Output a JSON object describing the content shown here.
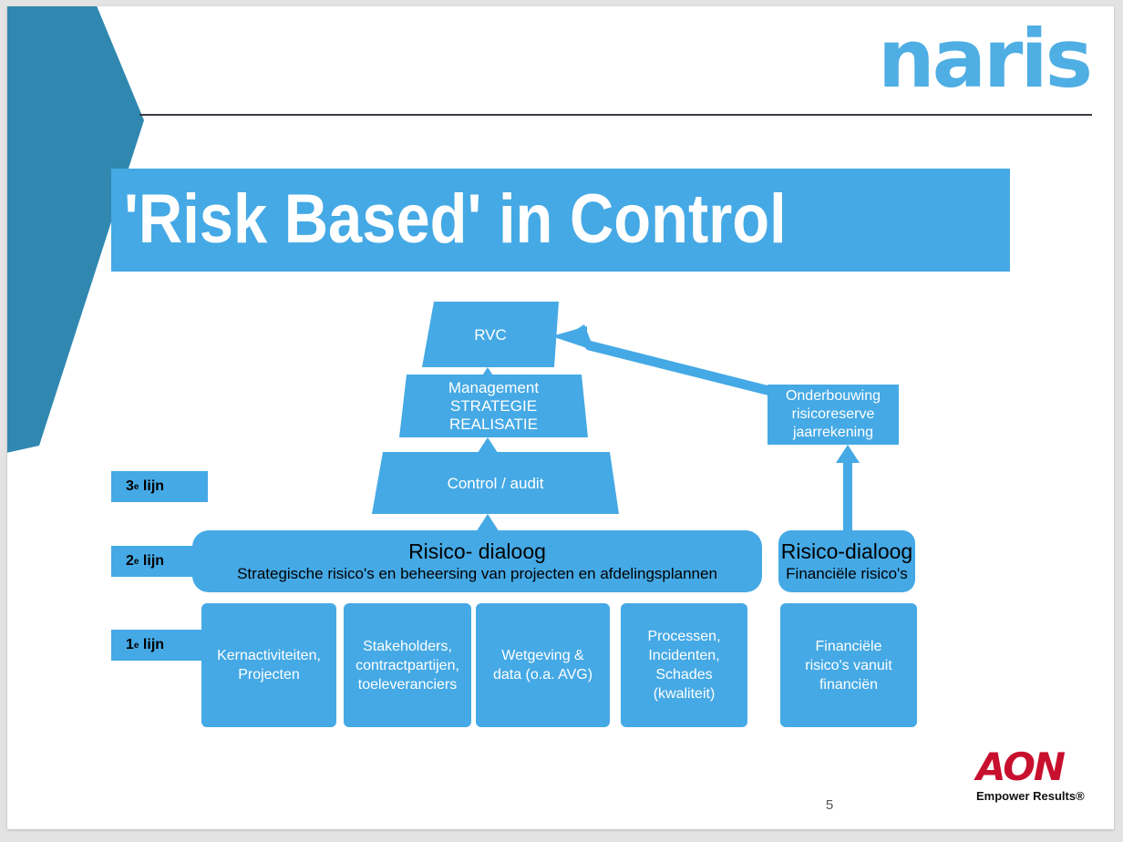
{
  "slide": {
    "page_number": "5",
    "brand_logo": "naris",
    "title": "'Risk Based' in Control",
    "colors": {
      "accent_blue": "#45A9E5",
      "dark_teal": "#3088B0",
      "aon_red": "#C8102E",
      "rule": "#3b3b44",
      "slide_background": "#ffffff"
    }
  },
  "diagram": {
    "pyramid": [
      {
        "id": "rvc",
        "label": "RVC"
      },
      {
        "id": "management",
        "label": "Management\nSTRATEGIE\nREALISATIE",
        "lines": [
          "Management",
          "STRATEGIE",
          "REALISATIE"
        ]
      },
      {
        "id": "control",
        "label": "Control / audit"
      }
    ],
    "risk_dialog_main": {
      "title": "Risico- dialoog",
      "subtitle": "Strategische risico's en beheersing van projecten en afdelingsplannen"
    },
    "risk_dialog_finance": {
      "title": "Risico-dialoog",
      "subtitle": "Financiële risico's"
    },
    "onderbouwing": {
      "lines": [
        "Onderbouwing",
        "risicoreserve",
        "jaarrekening"
      ],
      "label": "Onderbouwing risicoreserve jaarrekening"
    },
    "lines": [
      {
        "id": "lijn-3",
        "number": "3",
        "suffix": "e",
        "word": "lijn"
      },
      {
        "id": "lijn-2",
        "number": "2",
        "suffix": "e",
        "word": "lijn"
      },
      {
        "id": "lijn-1",
        "number": "1",
        "suffix": "e",
        "word": "lijn"
      }
    ],
    "first_line_boxes": [
      {
        "id": "box-kernactiviteiten",
        "lines": [
          "Kernactiviteiten,",
          "Projecten"
        ],
        "label": "Kernactiviteiten, Projecten"
      },
      {
        "id": "box-stakeholders",
        "lines": [
          "Stakeholders,",
          "contractpartijen,",
          "toeleveranciers"
        ],
        "label": "Stakeholders, contractpartijen, toeleveranciers"
      },
      {
        "id": "box-wetgeving",
        "lines": [
          "Wetgeving &",
          "data  (o.a. AVG)"
        ],
        "label": "Wetgeving & data (o.a. AVG)"
      },
      {
        "id": "box-processen",
        "lines": [
          "Processen,",
          "Incidenten,",
          "Schades",
          "(kwaliteit)"
        ],
        "label": "Processen, Incidenten, Schades (kwaliteit)"
      },
      {
        "id": "box-financiele",
        "lines": [
          "Financiële",
          "risico's vanuit",
          "financiën"
        ],
        "label": "Financiële risico's vanuit financiën"
      }
    ]
  },
  "footer": {
    "aon_wordmark": "AON",
    "aon_tagline": "Empower Results®"
  }
}
